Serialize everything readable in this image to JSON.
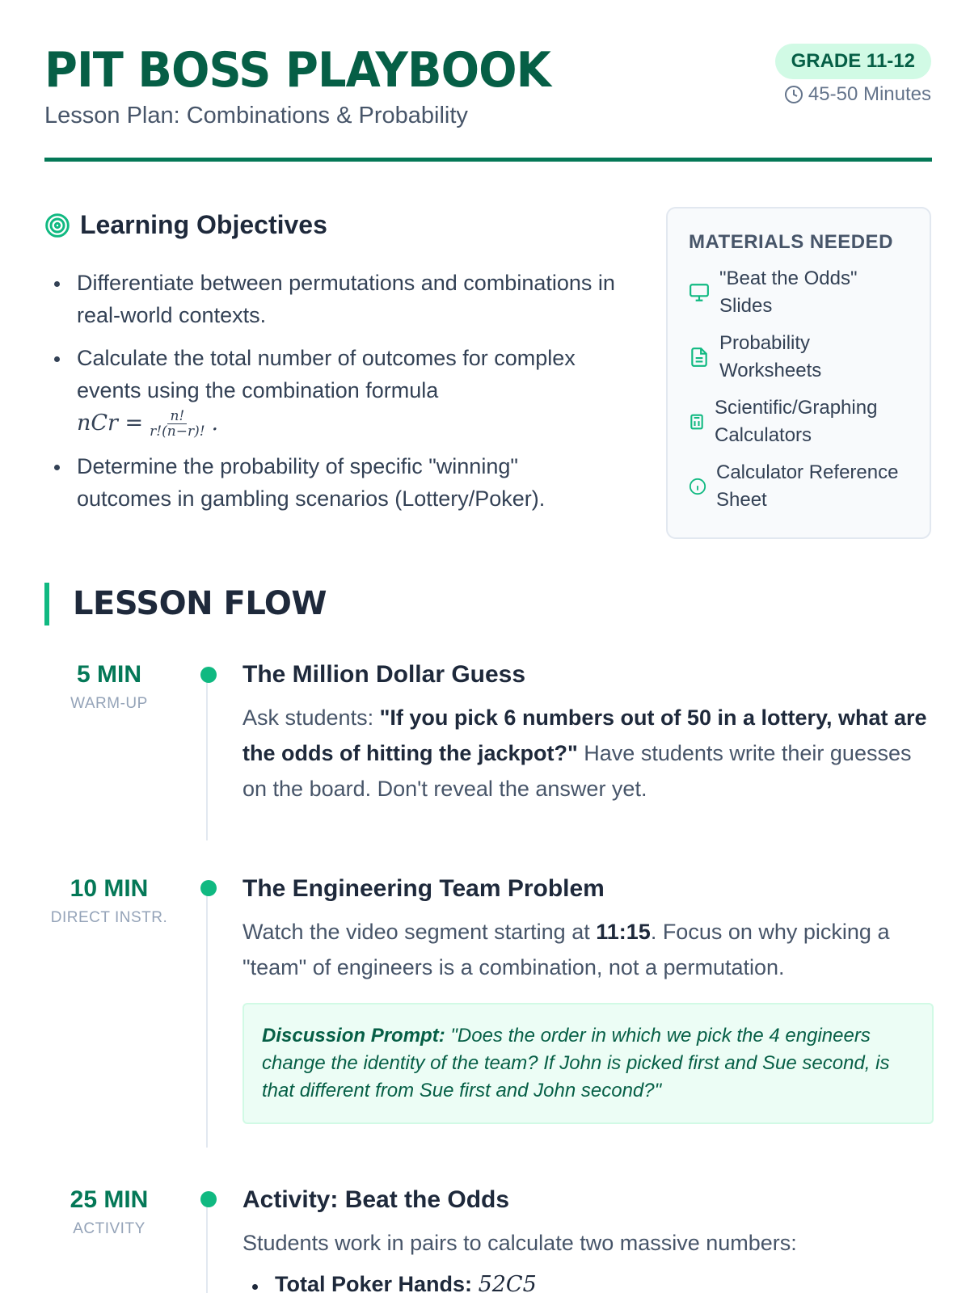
{
  "header": {
    "title": "PIT BOSS PLAYBOOK",
    "subtitle": "Lesson Plan: Combinations & Probability",
    "grade": "GRADE 11-12",
    "duration": "45-50 Minutes"
  },
  "objectives": {
    "heading": "Learning Objectives",
    "items": [
      "Differentiate between permutations and combinations in real-world contexts.",
      "Calculate the total number of outcomes for complex events using the combination formula",
      "Determine the probability of specific \"winning\" outcomes in gambling scenarios (Lottery/Poker)."
    ],
    "formula": {
      "lhs": "nCr =",
      "num": "n!",
      "den": "r!(n−r)!",
      "end": "."
    }
  },
  "materials": {
    "heading": "MATERIALS NEEDED",
    "items": [
      {
        "icon": "monitor-icon",
        "label": "\"Beat the Odds\" Slides"
      },
      {
        "icon": "document-icon",
        "label": "Probability Worksheets"
      },
      {
        "icon": "calculator-icon",
        "label": "Scientific/Graphing Calculators"
      },
      {
        "icon": "info-icon",
        "label": "Calculator Reference Sheet"
      }
    ]
  },
  "flow": {
    "heading": "LESSON FLOW",
    "steps": [
      {
        "time": "5 MIN",
        "label": "WARM-UP",
        "title": "The Million Dollar Guess",
        "pre": "Ask students: ",
        "bold": "\"If you pick 6 numbers out of 50 in a lottery, what are the odds of hitting the jackpot?\"",
        "post": " Have students write their guesses on the board. Don't reveal the answer yet."
      },
      {
        "time": "10 MIN",
        "label": "DIRECT INSTR.",
        "title": "The Engineering Team Problem",
        "pre": "Watch the video segment starting at ",
        "bold": "11:15",
        "post": ". Focus on why picking a \"team\" of engineers is a combination, not a permutation.",
        "prompt_label": "Discussion Prompt:",
        "prompt_text": " \"Does the order in which we pick the 4 engineers change the identity of the team? If John is picked first and Sue second, is that different from Sue first and John second?\""
      },
      {
        "time": "25 MIN",
        "label": "ACTIVITY",
        "title": "Activity: Beat the Odds",
        "text": "Students work in pairs to calculate two massive numbers:",
        "bullet_label": "Total Poker Hands:",
        "bullet_math": "52C5"
      }
    ]
  },
  "colors": {
    "accent": "#10b981",
    "dark_green": "#065f46",
    "badge_bg": "#d1fae5"
  }
}
